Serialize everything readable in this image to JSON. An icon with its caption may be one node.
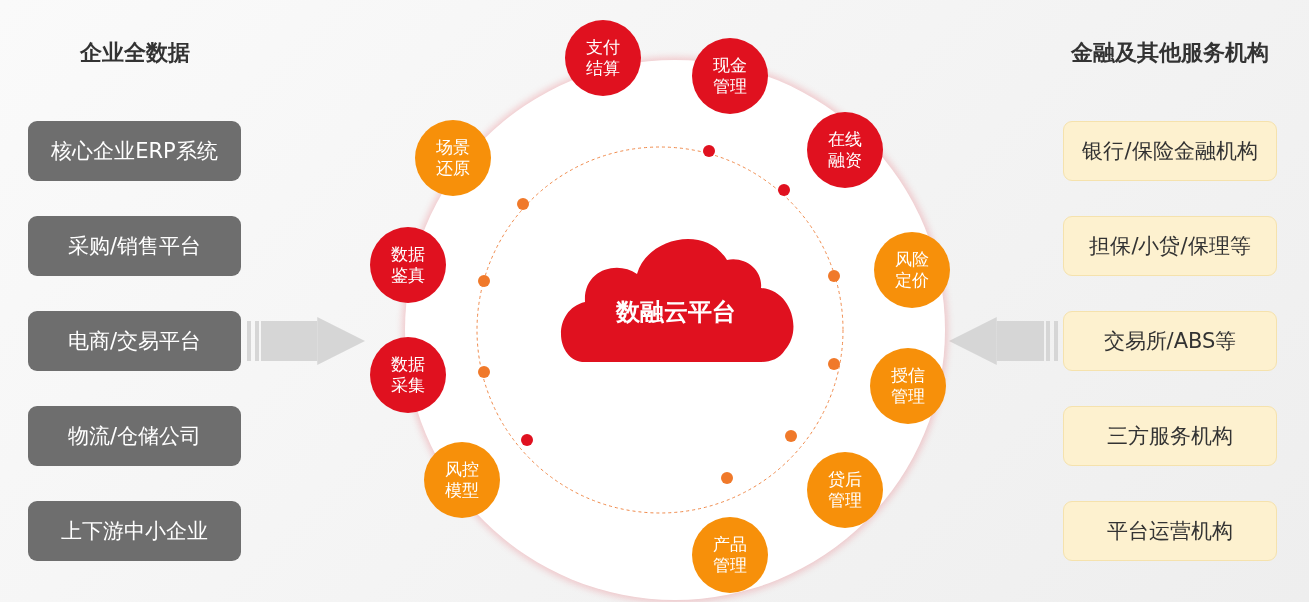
{
  "diagram": {
    "nodes": [
      {
        "text": [
          "企业全数据"
        ]
      },
      {
        "text": [
          "核心企业ERP系统"
        ],
        "in": 0
      },
      {
        "text": [
          "采购/销售平台"
        ],
        "in": 0
      },
      {
        "text": [
          "电商/交易平台"
        ],
        "in": 0
      },
      {
        "text": [
          "物流/仓储公司"
        ],
        "in": 0
      },
      {
        "text": [
          "上下游中小企业"
        ],
        "in": 0
      },
      {
        "text": [
          "金融及其他服务机构"
        ]
      },
      {
        "text": [
          "银行/保险金融机构"
        ],
        "in": 6
      },
      {
        "text": [
          "担保/小贷/保理等"
        ],
        "in": 6
      },
      {
        "text": [
          "交易所/ABS等"
        ],
        "in": 6
      },
      {
        "text": [
          "三方服务机构"
        ],
        "in": 6
      },
      {
        "text": [
          "平台运营机构"
        ],
        "in": 6
      },
      {
        "text": [],
        "shape": "circle"
      },
      {
        "text": [
          "数融云平台"
        ],
        "in": 12
      },
      {
        "text": [
          "支付结算"
        ]
      },
      {
        "text": [
          "现金管理"
        ]
      },
      {
        "text": [
          "在线融资"
        ],
        "in": 12
      },
      {
        "text": [
          "风险定价"
        ],
        "in": 12
      },
      {
        "text": [
          "授信管理"
        ],
        "in": 12
      },
      {
        "text": [
          "贷后管理"
        ],
        "in": 12
      },
      {
        "text": [
          "产品管理"
        ],
        "in": 12
      },
      {
        "text": [
          "风控模型"
        ],
        "in": 12
      },
      {
        "text": [
          "数据采集"
        ]
      },
      {
        "text": [
          "数据鉴真"
        ]
      },
      {
        "text": [
          "场景还原"
        ],
        "in": 12
      }
    ],
    "edges": [
      {
        "from": 0,
        "to": 12,
        "arrow": "to"
      },
      {
        "from": 6,
        "to": 12,
        "arrow": "to"
      }
    ]
  }
}
